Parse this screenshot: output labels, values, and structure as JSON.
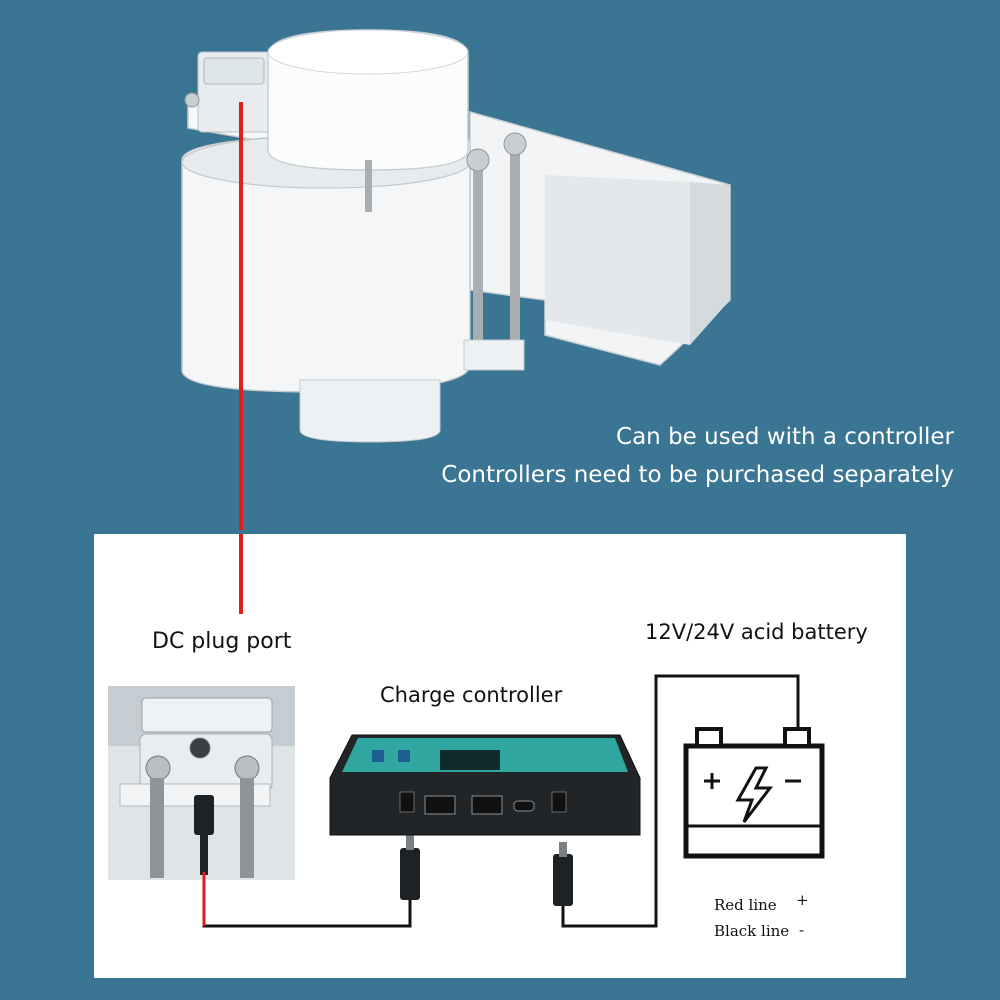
{
  "caption": {
    "line1": "Can be used with a controller",
    "line2": "Controllers need to be purchased separately"
  },
  "diagram": {
    "dc_plug_port": "DC plug port",
    "charge_controller": "Charge controller",
    "battery": "12V/24V acid battery",
    "red_line": "Red line",
    "red_sign": "+",
    "black_line": "Black line",
    "black_sign": "-"
  },
  "colors": {
    "background": "#3a7594",
    "panel": "#ffffff",
    "pointer_line": "#e0201e",
    "controller_accent": "#2fa7a0"
  },
  "icons": [
    "rain-sensor-device",
    "dc-jack-closeup",
    "charge-controller-device",
    "battery-icon",
    "lightning-icon"
  ]
}
